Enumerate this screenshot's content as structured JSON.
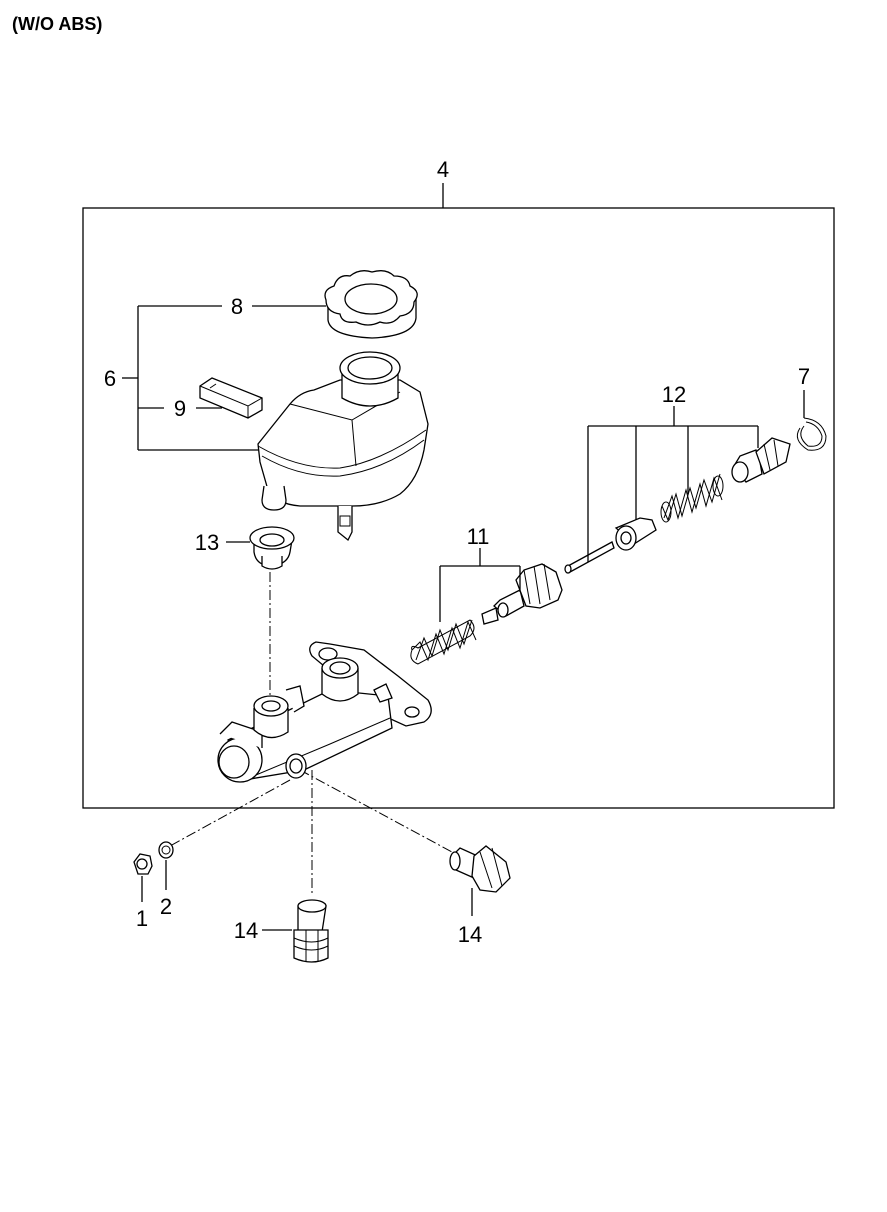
{
  "header": {
    "title": "(W/O ABS)"
  },
  "callouts": {
    "c1": "1",
    "c2": "2",
    "c4": "4",
    "c6": "6",
    "c7": "7",
    "c8": "8",
    "c9": "9",
    "c11": "11",
    "c12": "12",
    "c13": "13",
    "c14a": "14",
    "c14b": "14"
  }
}
